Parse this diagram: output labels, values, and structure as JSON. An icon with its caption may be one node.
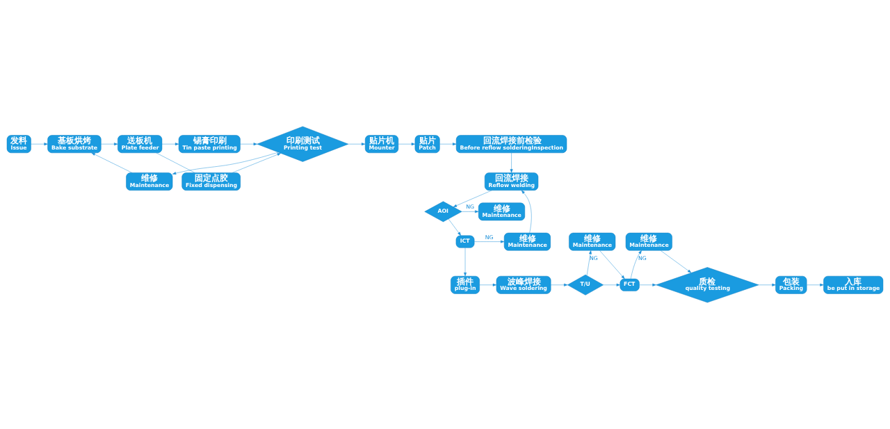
{
  "diagram": {
    "nodes": [
      {
        "text": [
          "发料",
          "Issue"
        ]
      },
      {
        "text": [
          "基板烘烤",
          "Bake substrate"
        ]
      },
      {
        "text": [
          "送板机",
          "Plate feeder"
        ]
      },
      {
        "text": [
          "锡膏印刷",
          "Tin paste printing"
        ]
      },
      {
        "text": [
          "印刷测试",
          "Printing test"
        ]
      },
      {
        "text": [
          "贴片机",
          "Mounter"
        ]
      },
      {
        "text": [
          "贴片",
          "Patch"
        ]
      },
      {
        "text": [
          "回流焊接前检验",
          "Before reflow solderingInspection"
        ]
      },
      {
        "text": [
          "固定点胶",
          "Fixed dispensing"
        ]
      },
      {
        "text": [
          "维修",
          "Maintenance"
        ]
      },
      {
        "text": [
          "回流焊接",
          "Reflow welding"
        ]
      },
      {
        "text": [
          "维修",
          "Maintenance"
        ]
      },
      {
        "text": [
          "AOI"
        ]
      },
      {
        "text": [
          "维修",
          "Maintenance"
        ]
      },
      {
        "text": [
          "ICT"
        ]
      },
      {
        "text": [
          "维修",
          "Maintenance"
        ]
      },
      {
        "text": [
          "维修",
          "Maintenance"
        ]
      },
      {
        "text": [
          "入库",
          "be put in storage"
        ]
      },
      {
        "text": [
          "包装",
          "Packing"
        ]
      },
      {
        "text": [
          "质检",
          "quality testing"
        ]
      },
      {
        "text": [
          "FCT"
        ]
      },
      {
        "text": [
          "T/U"
        ]
      },
      {
        "text": [
          "波峰焊接",
          "Wave soldering"
        ]
      },
      {
        "text": [
          "插件",
          "plug-in"
        ]
      }
    ],
    "edges": [
      {
        "from": 0,
        "to": 1,
        "arrow": "to"
      },
      {
        "from": 1,
        "to": 2,
        "arrow": "to"
      },
      {
        "from": 2,
        "to": 3,
        "arrow": "to"
      },
      {
        "from": 2,
        "to": 8,
        "arrow": "none"
      },
      {
        "from": 3,
        "to": 4,
        "arrow": "to"
      },
      {
        "from": 8,
        "to": 4,
        "arrow": "to"
      },
      {
        "from": 4,
        "to": 5,
        "arrow": "to"
      },
      {
        "from": 4,
        "to": 9,
        "arrow": "to"
      },
      {
        "from": 9,
        "to": 1,
        "arrow": "to"
      },
      {
        "from": 5,
        "to": 6,
        "arrow": "to"
      },
      {
        "from": 6,
        "to": 7,
        "arrow": "to"
      },
      {
        "from": 7,
        "to": 10,
        "arrow": "to"
      },
      {
        "from": 10,
        "to": 12,
        "arrow": "to"
      },
      {
        "from": 12,
        "to": 11,
        "arrow": "to",
        "label": "NG"
      },
      {
        "from": 12,
        "to": 14,
        "arrow": "to"
      },
      {
        "from": 14,
        "to": 13,
        "arrow": "to",
        "label": "NG"
      },
      {
        "from": 13,
        "to": 10,
        "arrow": "to"
      },
      {
        "from": 14,
        "to": 23,
        "arrow": "to"
      },
      {
        "from": 23,
        "to": 22,
        "arrow": "to"
      },
      {
        "from": 22,
        "to": 21,
        "arrow": "to"
      },
      {
        "from": 21,
        "to": 16,
        "arrow": "to",
        "label": "NG"
      },
      {
        "from": 16,
        "to": 20,
        "arrow": "to"
      },
      {
        "from": 21,
        "to": 20,
        "arrow": "to"
      },
      {
        "from": 20,
        "to": 15,
        "arrow": "to",
        "label": "NG"
      },
      {
        "from": 15,
        "to": 19,
        "arrow": "to"
      },
      {
        "from": 20,
        "to": 19,
        "arrow": "to"
      },
      {
        "from": 19,
        "to": 18,
        "arrow": "to"
      },
      {
        "from": 18,
        "to": 17,
        "arrow": "to"
      }
    ]
  }
}
